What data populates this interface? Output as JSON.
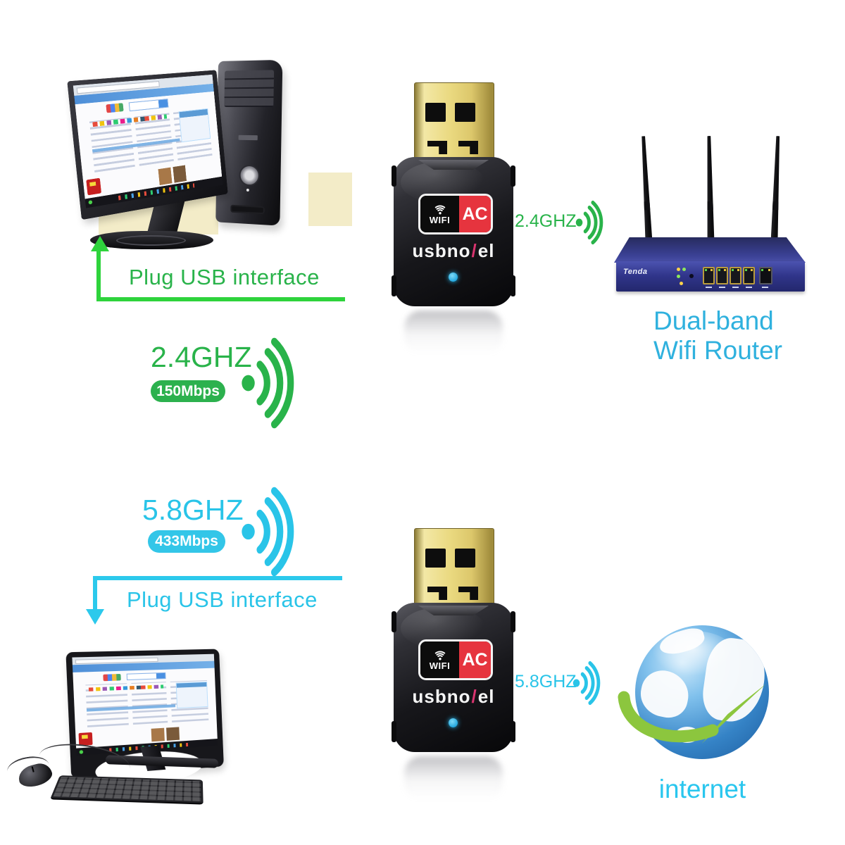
{
  "colors": {
    "green": "#29b34a",
    "green_bright": "#2ed33c",
    "cyan": "#29c4e8",
    "router_caption_blue": "#2fb1de",
    "logo_red": "#e6343e",
    "brand_slash_pink": "#d8346f",
    "usb_gold": "#e9da84",
    "led_blue": "#2cb4e8",
    "router_navy": "#343a8e",
    "globe_blue": "#3583c6",
    "globe_arrow_green": "#8cc63e"
  },
  "sections": {
    "top_flow": {
      "plug_label": "Plug USB interface"
    },
    "bottom_flow": {
      "plug_label": "Plug USB interface"
    },
    "band24": {
      "freq": "2.4GHZ",
      "speed": "150Mbps"
    },
    "band58": {
      "freq": "5.8GHZ",
      "speed": "433Mbps"
    },
    "adapter_to_router": {
      "label": "2.4GHZ"
    },
    "adapter_to_internet": {
      "label": "5.8GHZ"
    },
    "adapter": {
      "logo_wifi": "WIFI",
      "logo_ac": "AC",
      "brand_part1": "usbno",
      "brand_slash": "/",
      "brand_part2": "el"
    },
    "router": {
      "brand": "Tenda",
      "caption_line1": "Dual-band",
      "caption_line2": "Wifi Router"
    },
    "internet": {
      "caption": "internet"
    }
  }
}
